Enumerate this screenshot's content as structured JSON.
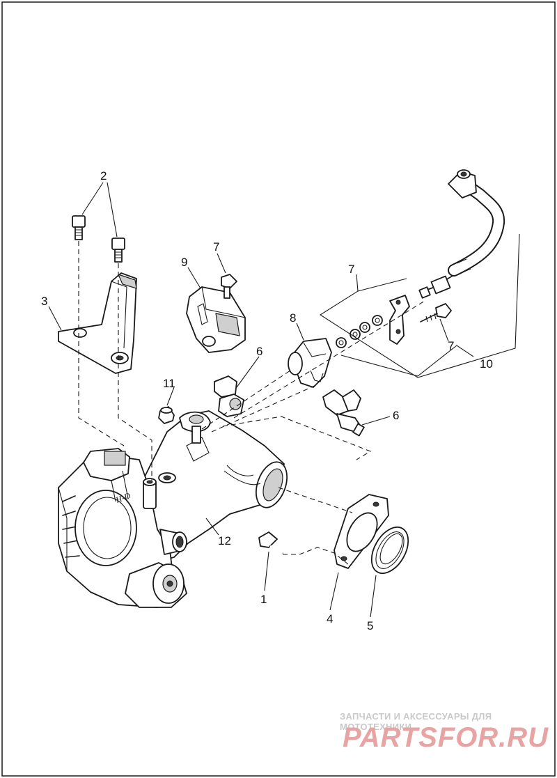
{
  "callouts": [
    {
      "id": "c1",
      "label": "1"
    },
    {
      "id": "c2",
      "label": "2"
    },
    {
      "id": "c3",
      "label": "3"
    },
    {
      "id": "c4",
      "label": "4"
    },
    {
      "id": "c5",
      "label": "5"
    },
    {
      "id": "c6a",
      "label": "6"
    },
    {
      "id": "c6b",
      "label": "6"
    },
    {
      "id": "c7a",
      "label": "7"
    },
    {
      "id": "c7b",
      "label": "7"
    },
    {
      "id": "c7c",
      "label": "7"
    },
    {
      "id": "c8",
      "label": "8"
    },
    {
      "id": "c9",
      "label": "9"
    },
    {
      "id": "c10",
      "label": "10"
    },
    {
      "id": "c11",
      "label": "11"
    },
    {
      "id": "c12",
      "label": "12"
    }
  ],
  "watermark": {
    "text": "ЗАПЧАСТИ И АКСЕССУАРЫ ДЛЯ МОТОТЕХНИКИ",
    "logo": "PARTSFOR.RU",
    "logo_color": "#e8a3a3"
  }
}
